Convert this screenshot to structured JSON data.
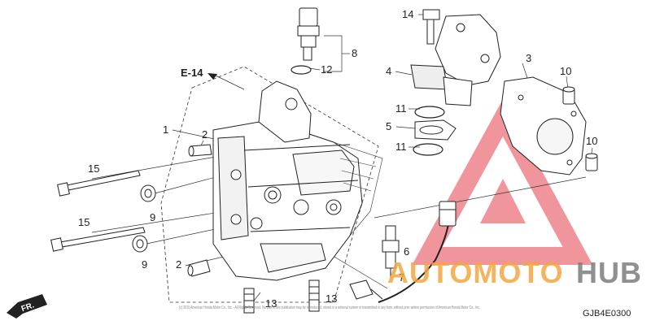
{
  "diagram": {
    "reference_label": "E-14",
    "diagram_code": "GJB4E0300",
    "direction_label": "FR.",
    "copyright_text": "(c) 2015 American Honda Motor Co., Inc. - All Rights Reserved. No part of this publication may be reproduced, stored in a retrieval system or transmitted in any form, without prior written permission of American Honda Motor Co., Inc.",
    "callouts": [
      "1",
      "2",
      "2",
      "4",
      "5",
      "6",
      "7",
      "8",
      "9",
      "9",
      "10",
      "10",
      "11",
      "11",
      "12",
      "13",
      "13",
      "14",
      "15",
      "15",
      "3"
    ]
  },
  "watermark": {
    "brand_part1": "AUTOMOTO",
    "brand_part2": "HUB",
    "colors": {
      "orange": "#f4a640",
      "gray": "#7d7d7d",
      "red": "#e8505b"
    }
  }
}
